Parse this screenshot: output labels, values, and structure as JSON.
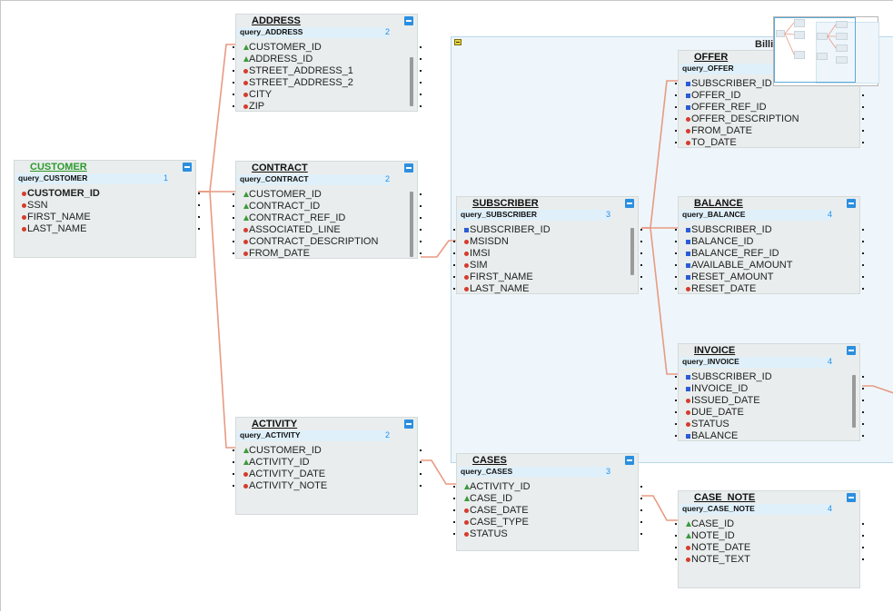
{
  "diagram": {
    "group": {
      "title": "Billi"
    },
    "tables": [
      {
        "id": "customer",
        "title": "CUSTOMER",
        "title_color": "green",
        "query": "query_CUSTOMER",
        "count": "1",
        "columns": [
          {
            "name": "CUSTOMER_ID",
            "icon": "red-dot",
            "bold": true
          },
          {
            "name": "SSN",
            "icon": "red-dot"
          },
          {
            "name": "FIRST_NAME",
            "icon": "red-dot"
          },
          {
            "name": "LAST_NAME",
            "icon": "red-dot"
          }
        ]
      },
      {
        "id": "address",
        "title": "ADDRESS",
        "query": "query_ADDRESS",
        "count": "2",
        "columns": [
          {
            "name": "CUSTOMER_ID",
            "icon": "key"
          },
          {
            "name": "ADDRESS_ID",
            "icon": "key"
          },
          {
            "name": "STREET_ADDRESS_1",
            "icon": "red-dot"
          },
          {
            "name": "STREET_ADDRESS_2",
            "icon": "red-dot"
          },
          {
            "name": "CITY",
            "icon": "red-dot"
          },
          {
            "name": "ZIP",
            "icon": "red-dot"
          }
        ]
      },
      {
        "id": "contract",
        "title": "CONTRACT",
        "query": "query_CONTRACT",
        "count": "2",
        "columns": [
          {
            "name": "CUSTOMER_ID",
            "icon": "key"
          },
          {
            "name": "CONTRACT_ID",
            "icon": "key"
          },
          {
            "name": "CONTRACT_REF_ID",
            "icon": "key"
          },
          {
            "name": "ASSOCIATED_LINE",
            "icon": "red-dot"
          },
          {
            "name": "CONTRACT_DESCRIPTION",
            "icon": "red-dot"
          },
          {
            "name": "FROM_DATE",
            "icon": "red-dot"
          }
        ]
      },
      {
        "id": "activity",
        "title": "ACTIVITY",
        "query": "query_ACTIVITY",
        "count": "2",
        "columns": [
          {
            "name": "CUSTOMER_ID",
            "icon": "key"
          },
          {
            "name": "ACTIVITY_ID",
            "icon": "key"
          },
          {
            "name": "ACTIVITY_DATE",
            "icon": "red-dot"
          },
          {
            "name": "ACTIVITY_NOTE",
            "icon": "red-dot"
          }
        ]
      },
      {
        "id": "subscriber",
        "title": "SUBSCRIBER",
        "query": "query_SUBSCRIBER",
        "count": "3",
        "columns": [
          {
            "name": "SUBSCRIBER_ID",
            "icon": "blue-square"
          },
          {
            "name": "MSISDN",
            "icon": "red-dot"
          },
          {
            "name": "IMSI",
            "icon": "red-dot"
          },
          {
            "name": "SIM",
            "icon": "red-dot"
          },
          {
            "name": "FIRST_NAME",
            "icon": "red-dot"
          },
          {
            "name": "LAST_NAME",
            "icon": "red-dot"
          }
        ]
      },
      {
        "id": "cases",
        "title": "CASES",
        "query": "query_CASES",
        "count": "3",
        "columns": [
          {
            "name": "ACTIVITY_ID",
            "icon": "key"
          },
          {
            "name": "CASE_ID",
            "icon": "key"
          },
          {
            "name": "CASE_DATE",
            "icon": "red-dot"
          },
          {
            "name": "CASE_TYPE",
            "icon": "red-dot"
          },
          {
            "name": "STATUS",
            "icon": "red-dot"
          }
        ]
      },
      {
        "id": "offer",
        "title": "OFFER",
        "query": "query_OFFER",
        "count": "",
        "columns": [
          {
            "name": "SUBSCRIBER_ID",
            "icon": "blue-square"
          },
          {
            "name": "OFFER_ID",
            "icon": "blue-square"
          },
          {
            "name": "OFFER_REF_ID",
            "icon": "blue-square"
          },
          {
            "name": "OFFER_DESCRIPTION",
            "icon": "red-dot"
          },
          {
            "name": "FROM_DATE",
            "icon": "red-dot"
          },
          {
            "name": "TO_DATE",
            "icon": "red-dot"
          }
        ]
      },
      {
        "id": "balance",
        "title": "BALANCE",
        "query": "query_BALANCE",
        "count": "4",
        "columns": [
          {
            "name": "SUBSCRIBER_ID",
            "icon": "blue-square"
          },
          {
            "name": "BALANCE_ID",
            "icon": "blue-square"
          },
          {
            "name": "BALANCE_REF_ID",
            "icon": "blue-square"
          },
          {
            "name": "AVAILABLE_AMOUNT",
            "icon": "blue-square"
          },
          {
            "name": "RESET_AMOUNT",
            "icon": "blue-square"
          },
          {
            "name": "RESET_DATE",
            "icon": "red-dot"
          }
        ]
      },
      {
        "id": "invoice",
        "title": "INVOICE",
        "query": "query_INVOICE",
        "count": "4",
        "columns": [
          {
            "name": "SUBSCRIBER_ID",
            "icon": "blue-square"
          },
          {
            "name": "INVOICE_ID",
            "icon": "blue-square"
          },
          {
            "name": "ISSUED_DATE",
            "icon": "red-dot"
          },
          {
            "name": "DUE_DATE",
            "icon": "red-dot"
          },
          {
            "name": "STATUS",
            "icon": "red-dot"
          },
          {
            "name": "BALANCE",
            "icon": "blue-square"
          }
        ]
      },
      {
        "id": "case_note",
        "title": "CASE_NOTE",
        "query": "query_CASE_NOTE",
        "count": "4",
        "columns": [
          {
            "name": "CASE_ID",
            "icon": "key"
          },
          {
            "name": "NOTE_ID",
            "icon": "key"
          },
          {
            "name": "NOTE_DATE",
            "icon": "red-dot"
          },
          {
            "name": "NOTE_TEXT",
            "icon": "red-dot"
          }
        ]
      }
    ],
    "links": [
      {
        "from": "customer",
        "to": "address"
      },
      {
        "from": "customer",
        "to": "contract"
      },
      {
        "from": "customer",
        "to": "activity"
      },
      {
        "from": "contract",
        "to": "subscriber"
      },
      {
        "from": "activity",
        "to": "cases"
      },
      {
        "from": "subscriber",
        "to": "offer"
      },
      {
        "from": "subscriber",
        "to": "balance"
      },
      {
        "from": "subscriber",
        "to": "invoice"
      },
      {
        "from": "cases",
        "to": "case_note"
      },
      {
        "from": "invoice",
        "to": "offscreen"
      }
    ],
    "colors": {
      "link": "#e89a82",
      "accent": "#2b8fe0",
      "query_bar": "#dff0fa",
      "table_bg": "#e9eded",
      "group_bg": "#eef6fb"
    }
  }
}
